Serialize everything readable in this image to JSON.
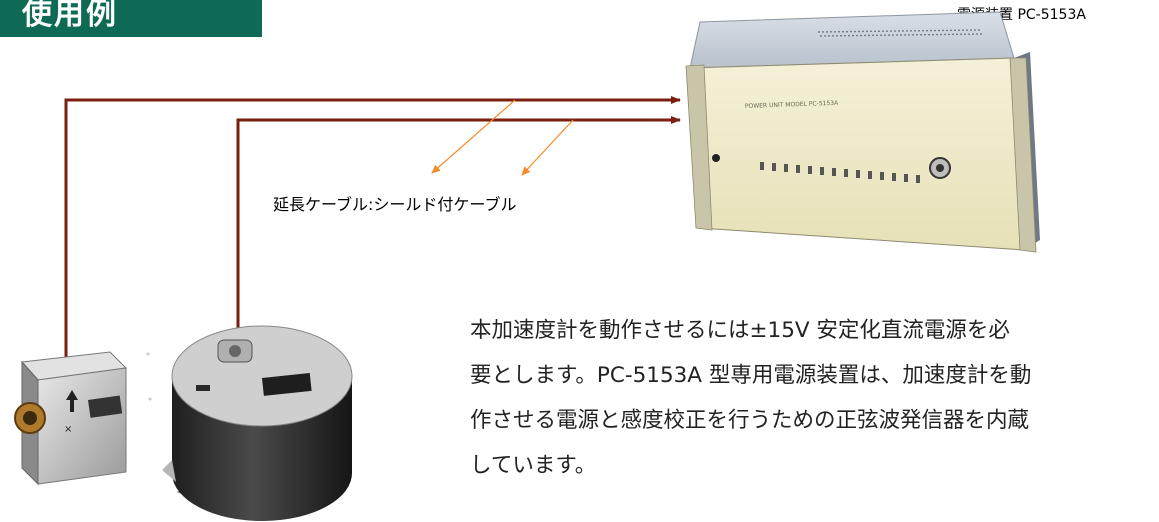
{
  "header": {
    "title": "使用例"
  },
  "power_unit": {
    "label": "電源装置 PC-5153A",
    "panel_text": "POWER UNIT  MODEL PC-5153A"
  },
  "cable": {
    "label": "延長ケーブル:シールド付ケーブル"
  },
  "description": {
    "lines": [
      "本加速度計を動作させるには±15V 安定化直流電源を必",
      "要とします。PC-5153A 型専用電源装置は、加速度計を動",
      "作させる電源と感度校正を行うための正弦波発信器を内蔵",
      "しています。"
    ]
  },
  "colors": {
    "title_bg": "#0e6a55",
    "cable": "#7a1f0f",
    "pointer": "#f58a2a"
  }
}
